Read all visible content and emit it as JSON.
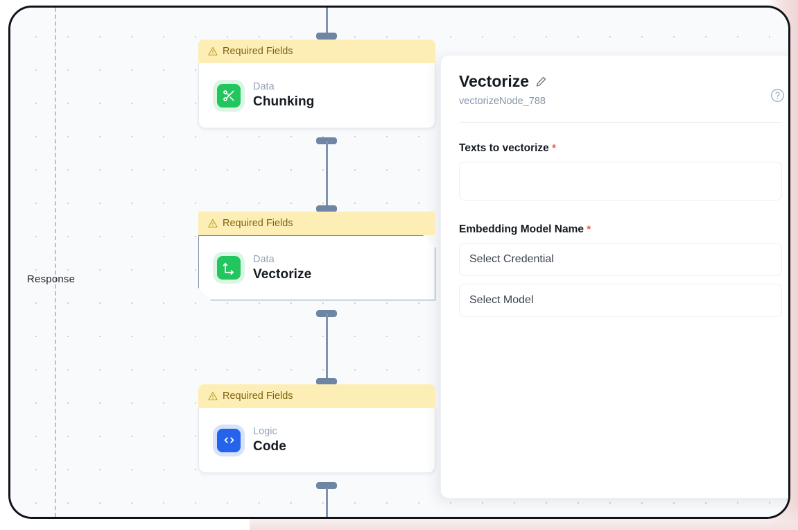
{
  "canvas": {
    "response_label": "Response",
    "nodes": [
      {
        "id": "chunking",
        "banner": "Required Fields",
        "warn_icon": "warning-triangle-icon",
        "category": "Data",
        "title": "Chunking",
        "icon": "scissors-icon",
        "icon_color": "#22c55e",
        "selected": false
      },
      {
        "id": "vectorize",
        "banner": "Required Fields",
        "warn_icon": "warning-triangle-icon",
        "category": "Data",
        "title": "Vectorize",
        "icon": "vector-arrows-icon",
        "icon_color": "#22c55e",
        "selected": true
      },
      {
        "id": "code",
        "banner": "Required Fields",
        "warn_icon": "warning-triangle-icon",
        "category": "Logic",
        "title": "Code",
        "icon": "code-brackets-icon",
        "icon_color": "#2563eb",
        "selected": false
      }
    ]
  },
  "panel": {
    "title": "Vectorize",
    "edit_icon": "pencil-icon",
    "subtitle": "vectorizeNode_788",
    "help_icon": "question-circle-icon",
    "fields": [
      {
        "label": "Texts to vectorize",
        "required": true,
        "required_marker": "*",
        "type": "textarea",
        "value": "",
        "placeholder": ""
      },
      {
        "label": "Embedding Model Name",
        "required": true,
        "required_marker": "*",
        "type": "select-pair",
        "credential_value": "Select Credential",
        "model_value": "Select Model"
      }
    ]
  },
  "colors": {
    "banner_bg": "#fdeeb6",
    "banner_text": "#7d6310",
    "accent_green": "#22c55e",
    "accent_blue": "#2563eb",
    "required_red": "#e8594a",
    "connector": "#6e86a3"
  }
}
